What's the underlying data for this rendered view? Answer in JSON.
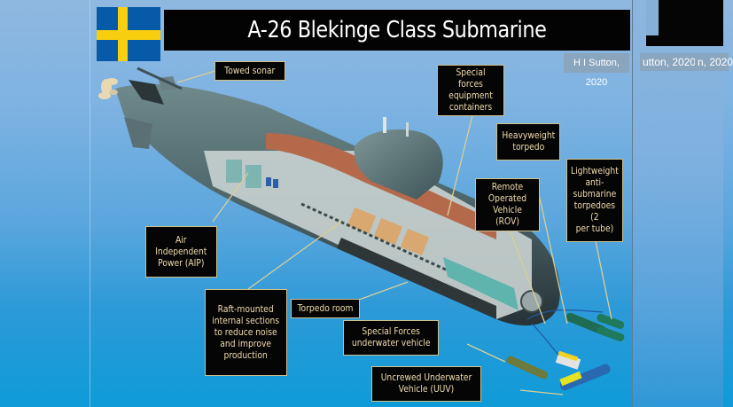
{
  "title": "A-26 Blekinge Class Submarine",
  "credit": "H I Sutton, 2020",
  "flag": {
    "name": "Sweden",
    "colors": {
      "blue": "#075aa8",
      "yellow": "#f7cf0f"
    }
  },
  "right_panel": {
    "credit_fragment_1": "utton, 2020",
    "credit_fragment_2": "n, 2020"
  },
  "labels": {
    "towed_sonar": "Towed sonar",
    "special_forces_containers": "Special forces\nequipment\ncontainers",
    "heavyweight_torpedo": "Heavyweight\ntorpedo",
    "rov": "Remote\nOperated\nVehicle (ROV)",
    "lightweight_torpedoes": "Lightweight\nanti-\nsubmarine\ntorpedoes (2\nper tube)",
    "aip": "Air\nIndependent\nPower (AIP)",
    "raft_mounted": "Raft-mounted\ninternal sections\nto reduce noise\nand improve\nproduction",
    "torpedo_room": "Torpedo room",
    "sf_underwater_vehicle": "Special Forces\nunderwater vehicle",
    "uuv": "Uncrewed Underwater\nVehicle (UUV)"
  },
  "colors": {
    "label_bg": "#050505",
    "label_border": "#cfc08a",
    "label_text": "#f0dcae",
    "leader_line": "#d9cf96",
    "hull": "#4c6468"
  }
}
